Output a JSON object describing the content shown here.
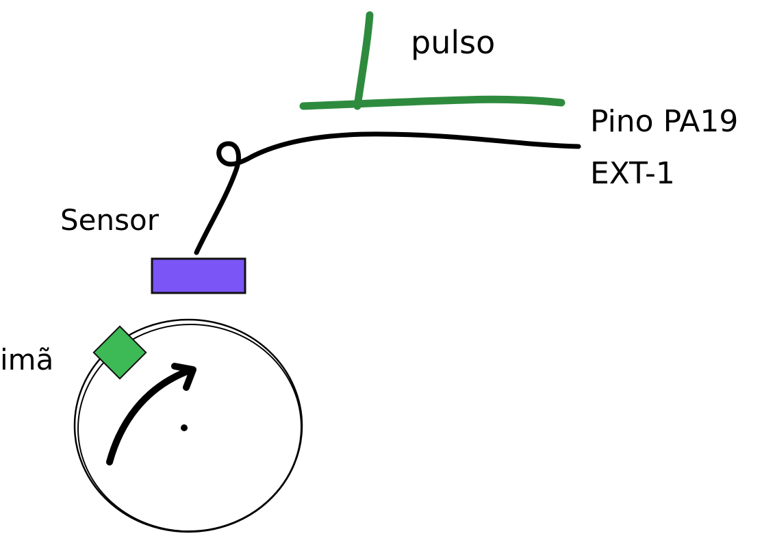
{
  "labels": {
    "pulse": "pulso",
    "pin": "Pino PA19",
    "ext": "EXT-1",
    "sensor": "Sensor",
    "magnet": "imã"
  },
  "colors": {
    "ink": "#000000",
    "pulse": "#2e8b3e",
    "sensor": "#7b55f5",
    "magnet": "#3dba56",
    "background": "#ffffff"
  },
  "icons": {
    "rotation": "curved-arrow-icon",
    "axis": "center-dot-icon"
  }
}
